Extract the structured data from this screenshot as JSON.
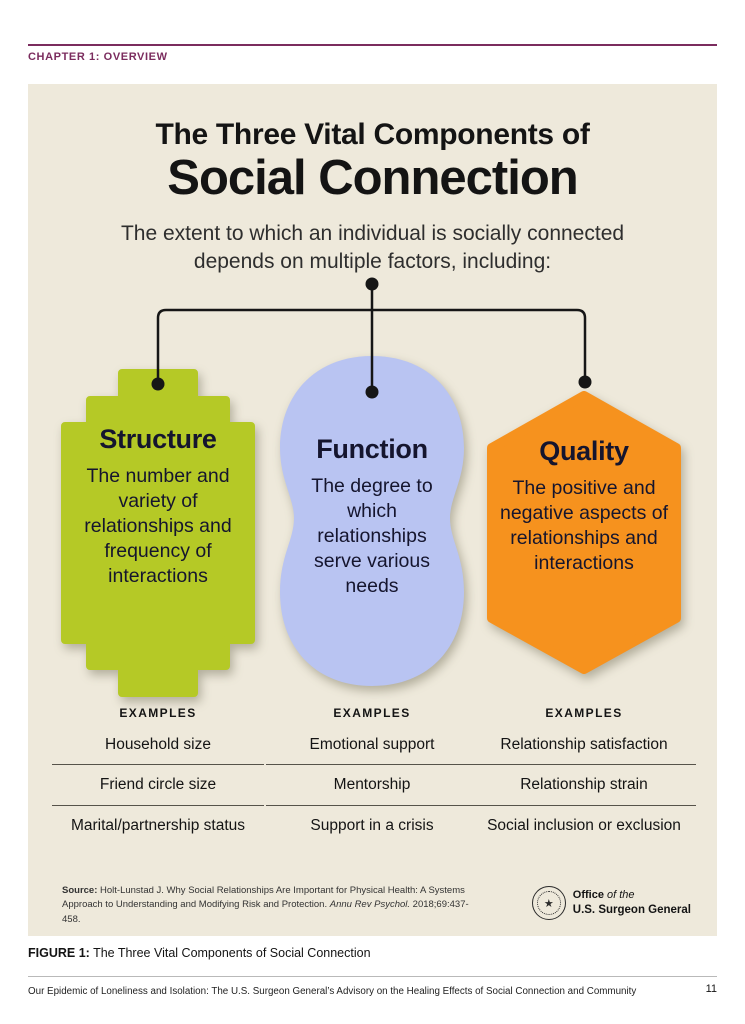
{
  "colors": {
    "accent_purple": "#7b2c5e",
    "panel_bg": "#eee9db",
    "structure_green": "#b5c926",
    "function_blue": "#b9c4f2",
    "quality_orange": "#f6921e",
    "ink": "#161616"
  },
  "chapter": {
    "label": "CHAPTER 1: OVERVIEW"
  },
  "infographic": {
    "title_line1": "The Three Vital Components of",
    "title_line2": "Social Connection",
    "subtitle": "The extent to which an individual is socially connected depends on multiple factors, including:",
    "components": [
      {
        "name": "Structure",
        "description": "The number and variety of relationships and frequency of interactions",
        "examples_label": "EXAMPLES",
        "examples": [
          "Household size",
          "Friend circle size",
          "Marital/partnership status"
        ]
      },
      {
        "name": "Function",
        "description": "The degree to which relationships serve various needs",
        "examples_label": "EXAMPLES",
        "examples": [
          "Emotional support",
          "Mentorship",
          "Support in a crisis"
        ]
      },
      {
        "name": "Quality",
        "description": "The positive and negative aspects of relationships and interactions",
        "examples_label": "EXAMPLES",
        "examples": [
          "Relationship satisfaction",
          "Relationship strain",
          "Social inclusion or exclusion"
        ]
      }
    ],
    "source": {
      "label": "Source:",
      "text": "Holt-Lunstad J. Why Social Relationships Are Important for Physical Health: A Systems Approach to Understanding and Modifying Risk and Protection.",
      "journal": "Annu Rev Psychol.",
      "citation": "2018;69:437-458."
    },
    "logo": {
      "word1": "Office",
      "word2": "of the",
      "line2": "U.S. Surgeon General"
    }
  },
  "figure_caption": {
    "label": "FIGURE 1:",
    "text": "The Three Vital Components of Social Connection"
  },
  "footer": {
    "text": "Our Epidemic of Loneliness and Isolation: The U.S. Surgeon General’s Advisory on the Healing Effects of Social Connection and Community",
    "page_number": "11"
  }
}
